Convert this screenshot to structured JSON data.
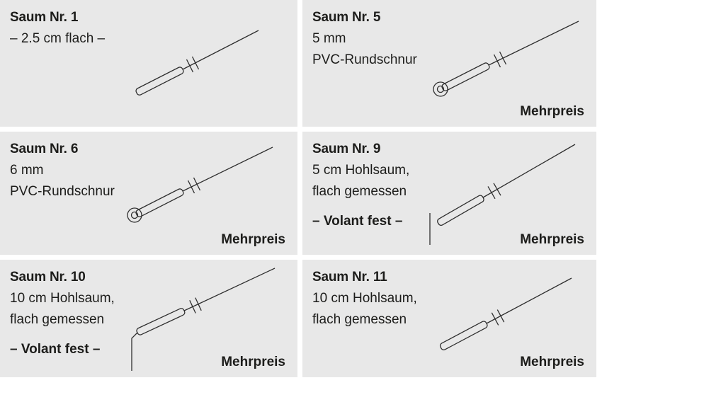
{
  "page": {
    "background": "#ffffff",
    "panel_background": "#e8e8e8",
    "line_color": "#2f2f2f",
    "text_color": "#1d1d1b"
  },
  "cells": [
    {
      "drawing": "flat-hem",
      "title": "Saum Nr. 1",
      "line1": "– 2.5 cm flach –",
      "line2": "",
      "note": "",
      "surcharge": ""
    },
    {
      "drawing": "pvc-cord-hem",
      "title": "Saum Nr. 5",
      "line1": "5 mm",
      "line2": "PVC-Rundschnur",
      "note": "",
      "surcharge": "Mehrpreis"
    },
    {
      "drawing": "pvc-cord-hem",
      "title": "Saum Nr. 6",
      "line1": "6 mm",
      "line2": "PVC-Rundschnur",
      "note": "",
      "surcharge": "Mehrpreis"
    },
    {
      "drawing": "hohlsaum-volant",
      "title": "Saum Nr. 9",
      "line1": "5 cm Hohlsaum,",
      "line2": "flach gemessen",
      "note": "– Volant fest –",
      "surcharge": "Mehrpreis"
    },
    {
      "drawing": "hohlsaum-volant",
      "title": "Saum Nr. 10",
      "line1": "10 cm Hohlsaum,",
      "line2": "flach gemessen",
      "note": "– Volant fest –",
      "surcharge": "Mehrpreis"
    },
    {
      "drawing": "hohlsaum",
      "title": "Saum Nr. 11",
      "line1": "10 cm Hohlsaum,",
      "line2": "flach gemessen",
      "note": "",
      "surcharge": "Mehrpreis"
    }
  ]
}
